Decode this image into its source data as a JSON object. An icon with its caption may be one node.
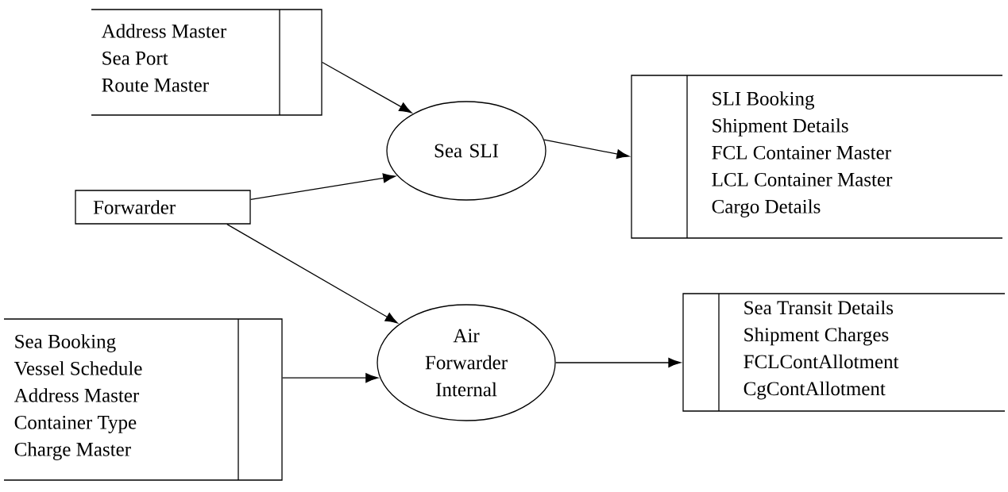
{
  "diagram": {
    "nodes": [
      {
        "text": [
          "Address Master",
          "Sea Port",
          "Route Master"
        ]
      },
      {
        "text": [
          "Sea SLI"
        ]
      },
      {
        "text": [
          "SLI Booking",
          "Shipment Details",
          "FCL Container Master",
          "LCL Container Master",
          "Cargo Details"
        ]
      },
      {
        "text": [
          "Forwarder"
        ]
      },
      {
        "text": [
          "Air Forwarder Internal"
        ]
      },
      {
        "text": [
          "Sea Booking",
          "Vessel Schedule",
          "Address Master",
          "Container Type",
          "Charge Master"
        ]
      },
      {
        "text": [
          "Sea Transit Details",
          "Shipment Charges",
          "FCLContAllotment",
          "CgContAllotment"
        ]
      }
    ],
    "edges": [
      {
        "from": 0,
        "to": 1,
        "arrow": "to"
      },
      {
        "from": 3,
        "to": 1,
        "arrow": "to"
      },
      {
        "from": 3,
        "to": 4,
        "arrow": "to"
      },
      {
        "from": 5,
        "to": 4,
        "arrow": "to"
      },
      {
        "from": 1,
        "to": 2,
        "arrow": "to"
      },
      {
        "from": 4,
        "to": 6,
        "arrow": "to"
      }
    ]
  }
}
